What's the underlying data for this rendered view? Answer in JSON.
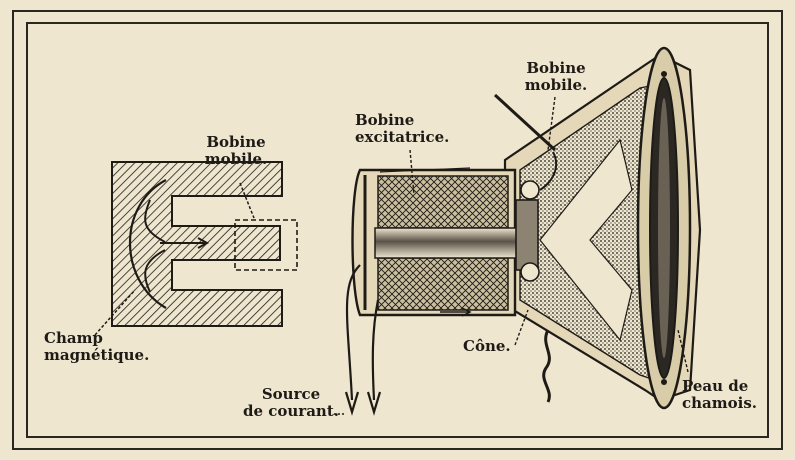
{
  "labels": {
    "bobine_mobile_left": "Bobine\nmobile.",
    "champ_magnetique": "Champ\nmagnétique.",
    "bobine_excitatrice": "Bobine\nexcitatrice.",
    "bobine_mobile_right": "Bobine\nmobile.",
    "cone": "Cône.",
    "source_de_courant": "Source\nde courant.",
    "peau_de_chamois": "Peau de\nchamois."
  },
  "colors": {
    "paper": "#efe6cf",
    "ink": "#1e1b17"
  }
}
